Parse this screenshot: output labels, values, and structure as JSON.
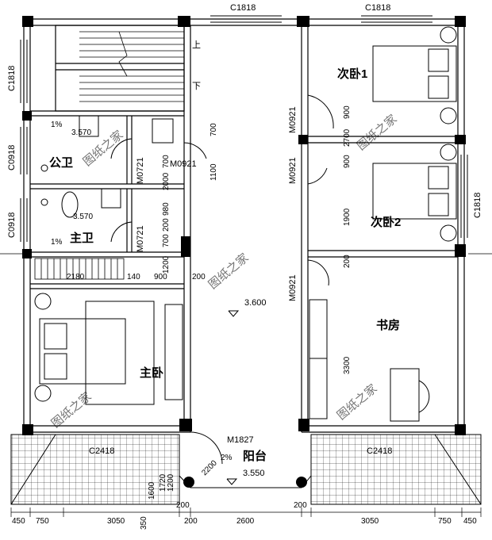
{
  "rooms": {
    "bed1": "次卧1",
    "bed2": "次卧2",
    "study": "书房",
    "master": "主卧",
    "public_bath": "公卫",
    "master_bath": "主卫",
    "balcony": "阳台",
    "stair_up": "上",
    "stair_down": "下"
  },
  "windows": {
    "top_left": "C1818",
    "top_right": "C1818",
    "left_top": "C1818",
    "left_mid": "C0918",
    "left_low": "C0918",
    "right_mid": "C1818",
    "bottom_left": "C2418",
    "bottom_right": "C2418"
  },
  "doors": {
    "m0921_a": "M0921",
    "m0921_b": "M0921",
    "m0921_c": "M0921",
    "m0921_stair": "M0921",
    "m0721_a": "M0721",
    "m0721_b": "M0721",
    "m1827": "M1827"
  },
  "elevations": {
    "hall": "3.600",
    "balcony": "3.550",
    "wc1": "3.570",
    "wc2": "3.570"
  },
  "slopes": {
    "wc1": "1%",
    "wc2": "1%",
    "balcony": "2%"
  },
  "dims": {
    "bottom": [
      "450",
      "750",
      "3050",
      "200",
      "200",
      "2600",
      "200",
      "3050",
      "750",
      "450"
    ],
    "left_extra": [
      "350",
      "1600"
    ],
    "right_col": [
      "900",
      "2700",
      "900",
      "1900",
      "3300",
      "200"
    ],
    "mid_col": [
      "700",
      "1100",
      "2000",
      "700",
      "980",
      "200",
      "700",
      "1200"
    ],
    "bath_row": [
      "2180",
      "140",
      "900",
      "200"
    ],
    "balcony_step": [
      "1200",
      "1720"
    ],
    "balcony_corner": "2200"
  },
  "watermark": "图纸之家"
}
